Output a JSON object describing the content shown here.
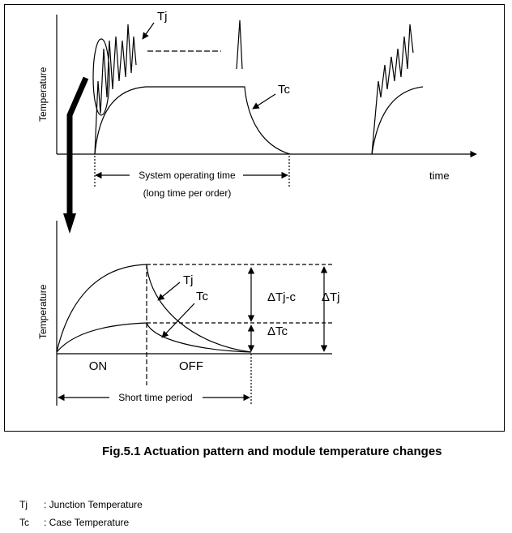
{
  "top_chart": {
    "ylabel": "Temperature",
    "xlabel": "time",
    "tj_label": "Tj",
    "tc_label": "Tc",
    "span_label_line1": "System operating time",
    "span_label_line2": "(long time per order)"
  },
  "bottom_chart": {
    "ylabel": "Temperature",
    "tj_label": "Tj",
    "tc_label": "Tc",
    "on_label": "ON",
    "off_label": "OFF",
    "period_label": "Short time period",
    "delta_tjc_label": "ΔTj-c",
    "delta_tc_label": "ΔTc",
    "delta_tj_label": "ΔTj"
  },
  "caption": "Fig.5.1 Actuation pattern and module temperature changes",
  "legend": [
    {
      "symbol": "Tj",
      "desc": ": Junction Temperature"
    },
    {
      "symbol": "Tc",
      "desc": ": Case Temperature"
    }
  ]
}
